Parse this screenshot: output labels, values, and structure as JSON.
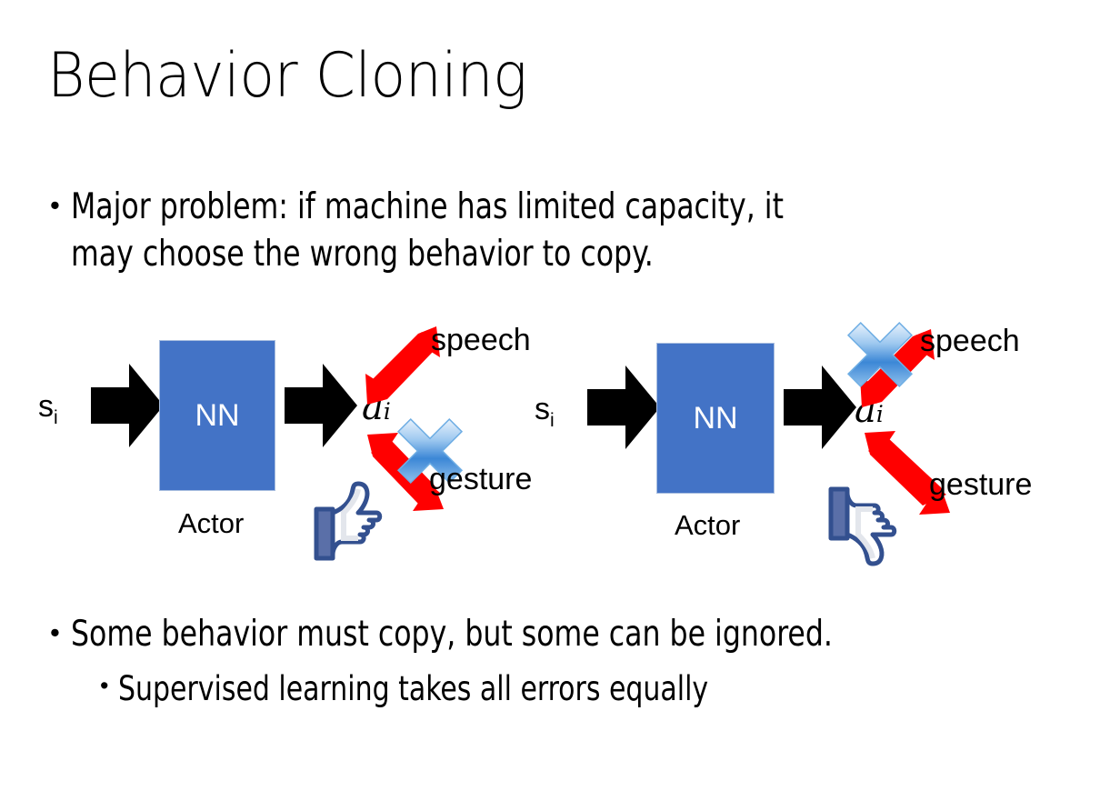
{
  "slide": {
    "title": "Behavior Cloning",
    "background_color": "#FFFFFF"
  },
  "bullets": {
    "top": {
      "marker": "•",
      "text": "Major problem: if machine has limited capacity, it\nmay choose the wrong behavior to copy."
    },
    "bottom_1": {
      "marker": "•",
      "text": "Some behavior must copy, but some can be ignored."
    },
    "bottom_2": {
      "marker": "•",
      "text": "Supervised learning takes all errors equally"
    }
  },
  "colors": {
    "nn_box_fill": "#4373C6",
    "nn_box_border": "#A9BEDF",
    "arrow_black": "#000000",
    "arrow_red": "#FF0000",
    "x_mark_blue_light": "#CFE2F7",
    "x_mark_blue_dark": "#3C87D6",
    "thumb_outline": "#3B5998",
    "thumb_fill": "#FFFFFF",
    "thumb_cuff": "#5A6FA8",
    "text_black": "#000000",
    "nn_text": "#FFFFFF"
  },
  "diagrams": [
    {
      "id": "left",
      "input_label": "s",
      "input_subscript": "i",
      "box_label": "NN",
      "box_caption": "Actor",
      "output_label": "â",
      "output_subscript": "i",
      "branches": [
        {
          "name": "speech",
          "label": "speech",
          "crossed_out": false
        },
        {
          "name": "gesture",
          "label": "gesture",
          "crossed_out": true
        }
      ],
      "verdict_icon": "thumbs-up-icon",
      "verdict": "approved"
    },
    {
      "id": "right",
      "input_label": "s",
      "input_subscript": "i",
      "box_label": "NN",
      "box_caption": "Actor",
      "output_label": "â",
      "output_subscript": "i",
      "branches": [
        {
          "name": "speech",
          "label": "speech",
          "crossed_out": true
        },
        {
          "name": "gesture",
          "label": "gesture",
          "crossed_out": false
        }
      ],
      "verdict_icon": "thumbs-down-icon",
      "verdict": "rejected"
    }
  ]
}
